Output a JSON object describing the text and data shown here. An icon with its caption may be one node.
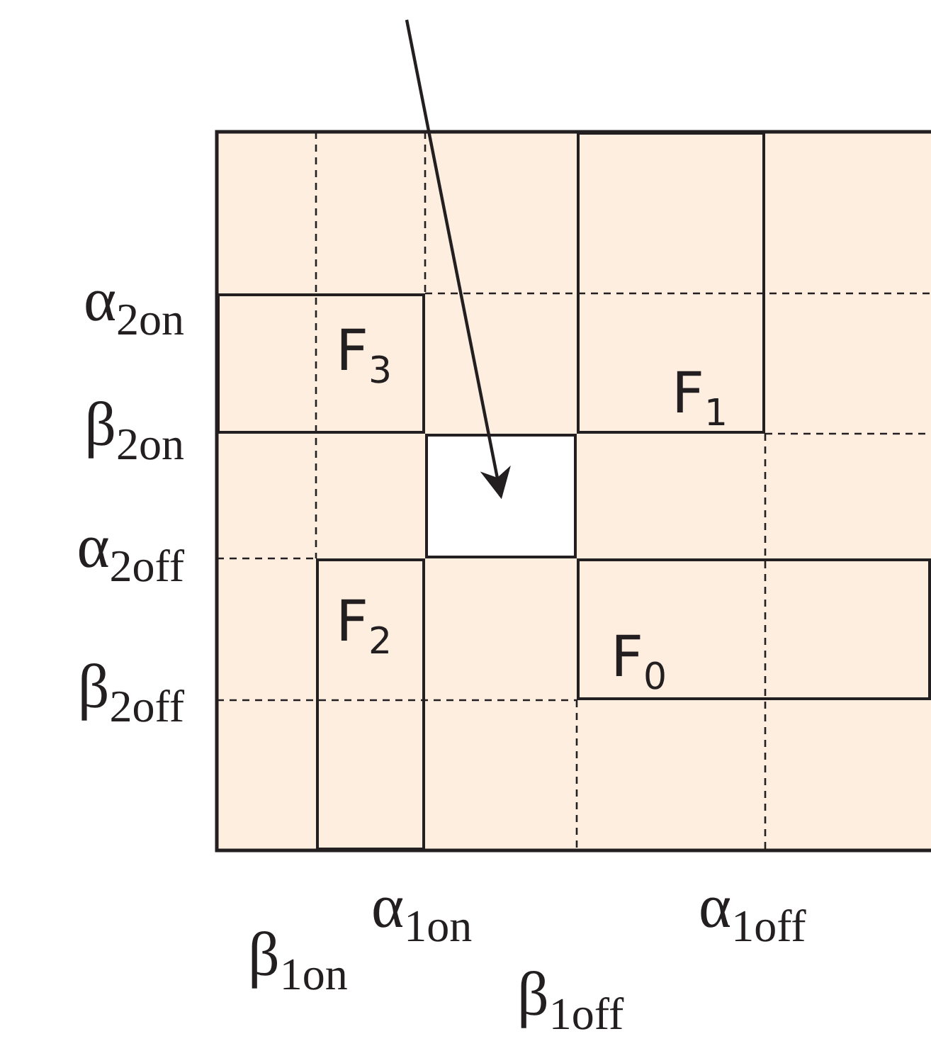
{
  "diagram": {
    "nodes": [
      {
        "text": [
          "F$_{3}$"
        ]
      },
      {
        "text": [
          "F$_{1}$"
        ]
      },
      {
        "text": [],
        "shape": "box"
      },
      {
        "text": [
          "F$_{2}$"
        ]
      },
      {
        "text": [
          "F$_{0}$"
        ]
      }
    ],
    "edges": [
      {
        "from": null,
        "to": 2,
        "arrow": "to"
      }
    ],
    "labels": [
      "α$_{2on}$",
      "β$_{2on}$",
      "α$_{2off}$",
      "β$_{2off}$",
      "α$_{1on}$",
      "α$_{1off}$",
      "β$_{1on}$",
      "β$_{1off}$"
    ]
  }
}
